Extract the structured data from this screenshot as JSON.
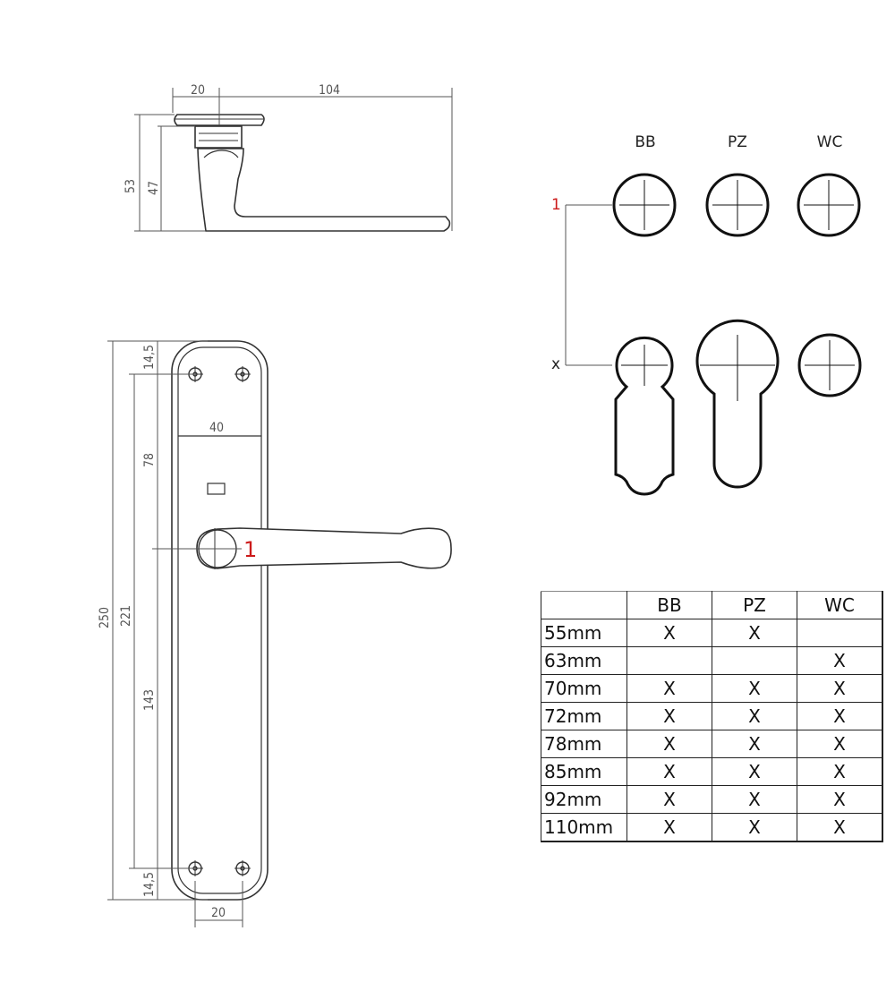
{
  "side_view": {
    "dims": {
      "flange_width": "20",
      "handle_length": "104",
      "overall_height": "53",
      "handle_height": "47"
    }
  },
  "front_view": {
    "dims": {
      "total_height": "250",
      "hole_spacing": "221",
      "top_margin": "14,5",
      "bottom_margin": "14,5",
      "upper_distance": "78",
      "lower_distance": "143",
      "plate_width": "40",
      "hole_width": "20"
    },
    "marker": "1"
  },
  "cutouts": {
    "columns": [
      "BB",
      "PZ",
      "WC"
    ],
    "marker_one": "1",
    "marker_x": "x"
  },
  "table": {
    "headers": [
      "BB",
      "PZ",
      "WC"
    ],
    "rows": [
      {
        "size": "55mm",
        "cells": [
          "X",
          "X",
          ""
        ]
      },
      {
        "size": "63mm",
        "cells": [
          "",
          "",
          "X"
        ]
      },
      {
        "size": "70mm",
        "cells": [
          "X",
          "X",
          "X"
        ]
      },
      {
        "size": "72mm",
        "cells": [
          "X",
          "X",
          "X"
        ]
      },
      {
        "size": "78mm",
        "cells": [
          "X",
          "X",
          "X"
        ]
      },
      {
        "size": "85mm",
        "cells": [
          "X",
          "X",
          "X"
        ]
      },
      {
        "size": "92mm",
        "cells": [
          "X",
          "X",
          "X"
        ]
      },
      {
        "size": "110mm",
        "cells": [
          "X",
          "X",
          "X"
        ]
      }
    ]
  }
}
